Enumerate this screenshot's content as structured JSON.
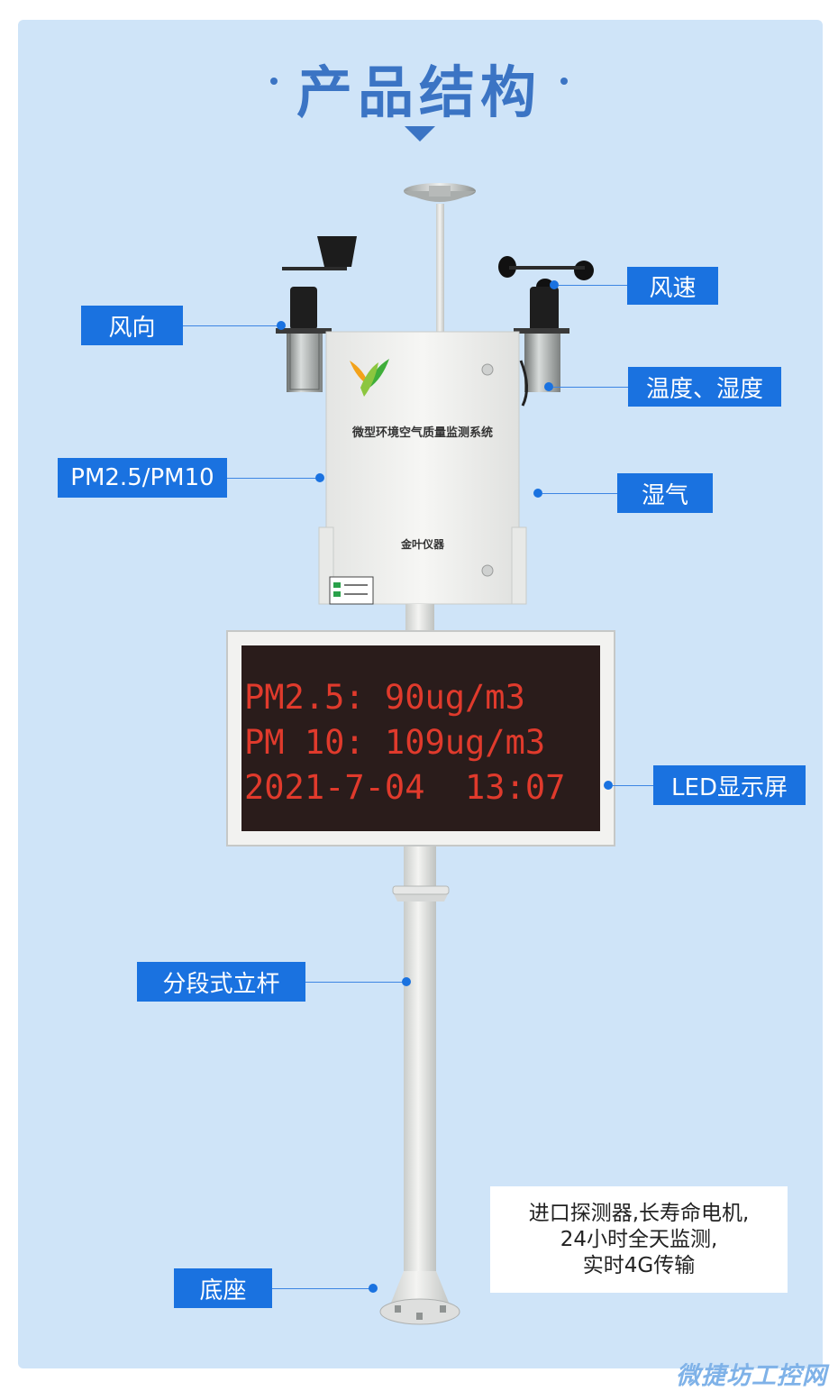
{
  "title": "产品结构",
  "device": {
    "brand_text": "微型环境空气质量监测系统",
    "maker_text": "金叶仪器"
  },
  "led": {
    "line1": "PM2.5: 90ug/m3",
    "line2": "PM 10: 109ug/m3",
    "line3": "2021-7-04  13:07"
  },
  "labels": {
    "wind_direction": "风向",
    "wind_speed": "风速",
    "temp_humidity": "温度、湿度",
    "pm": "PM2.5/PM10",
    "moisture": "湿气",
    "led_screen": "LED显示屏",
    "pole": "分段式立杆",
    "base": "底座"
  },
  "note": {
    "line1": "进口探测器,长寿命电机,",
    "line2": "24小时全天监测,",
    "line3": "实时4G传输"
  },
  "watermark": "微捷坊工控网",
  "colors": {
    "accent": "#1a72e0",
    "title": "#3b74c4",
    "panel": "#cfe4f8",
    "led_text": "#e03a2c"
  }
}
